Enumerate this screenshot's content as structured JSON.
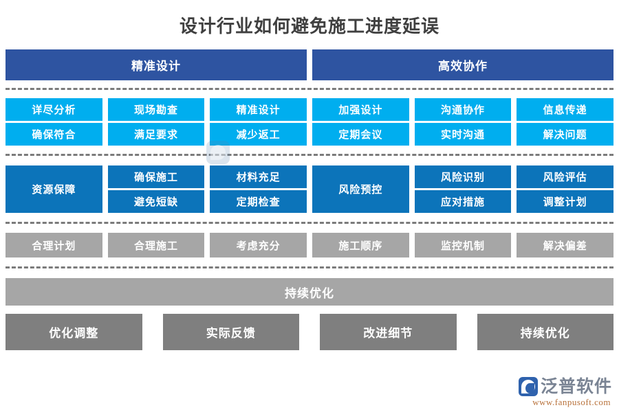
{
  "title": "设计行业如何避免施工进度延误",
  "colors": {
    "pillar": "#2e54a1",
    "cyan": "#00aeef",
    "blue": "#0c74ba",
    "gray_light": "#a6a6a6",
    "gray_dark": "#7f7f7f",
    "title_text": "#3f3f3f",
    "separator": "#7b7b7b"
  },
  "pillars": [
    {
      "label": "精准设计"
    },
    {
      "label": "高效协作"
    }
  ],
  "cyan_block": {
    "left": [
      {
        "top": "详尽分析",
        "bottom": "确保符合"
      },
      {
        "top": "现场勘查",
        "bottom": "满足要求"
      },
      {
        "top": "精准设计",
        "bottom": "减少返工"
      }
    ],
    "right": [
      {
        "top": "加强设计",
        "bottom": "定期会议"
      },
      {
        "top": "沟通协作",
        "bottom": "实时沟通"
      },
      {
        "top": "信息传递",
        "bottom": "解决问题"
      }
    ]
  },
  "blue_block": {
    "left": {
      "span_label": "资源保障",
      "columns": [
        {
          "top": "确保施工",
          "bottom": "避免短缺"
        },
        {
          "top": "材料充足",
          "bottom": "定期检查"
        }
      ]
    },
    "right": {
      "span_label": "风险预控",
      "columns": [
        {
          "top": "风险识别",
          "bottom": "应对措施"
        },
        {
          "top": "风险评估",
          "bottom": "调整计划"
        }
      ]
    }
  },
  "gray_row": [
    {
      "label": "合理计划"
    },
    {
      "label": "合理施工"
    },
    {
      "label": "考虑充分"
    },
    {
      "label": "施工顺序"
    },
    {
      "label": "监控机制"
    },
    {
      "label": "解决偏差"
    }
  ],
  "wide_bar": {
    "label": "持续优化"
  },
  "bottom_row": [
    {
      "label": "优化调整"
    },
    {
      "label": "实际反馈"
    },
    {
      "label": "改进细节"
    },
    {
      "label": "持续优化"
    }
  ],
  "watermark": {
    "brand": "泛普软件",
    "url": "www.fanpusoft.com"
  }
}
